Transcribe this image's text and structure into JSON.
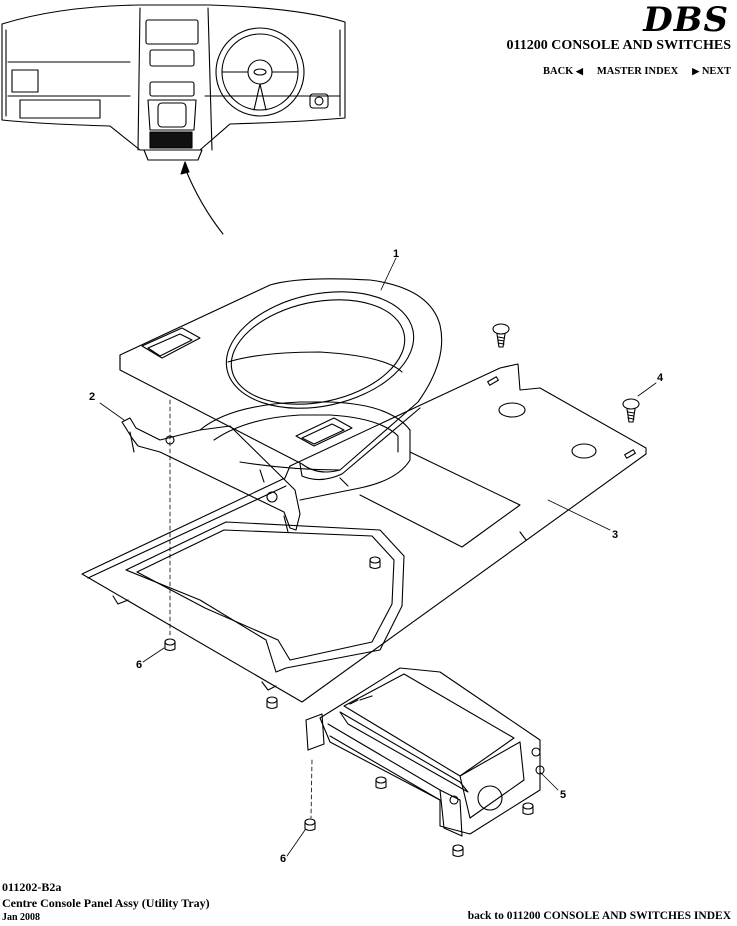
{
  "header": {
    "logo": "DBS",
    "section_title": "011200 CONSOLE AND SWITCHES",
    "nav": {
      "back": "BACK",
      "master_index": "MASTER INDEX",
      "next": "NEXT"
    }
  },
  "callouts": {
    "c1": "1",
    "c2": "2",
    "c3": "3",
    "c4": "4",
    "c5": "5",
    "c6a": "6",
    "c6b": "6"
  },
  "footer": {
    "code": "011202-B2a",
    "description": "Centre Console Panel Assy (Utility Tray)",
    "date": "Jan 2008",
    "back_link": "back to 011200 CONSOLE AND SWITCHES INDEX"
  }
}
